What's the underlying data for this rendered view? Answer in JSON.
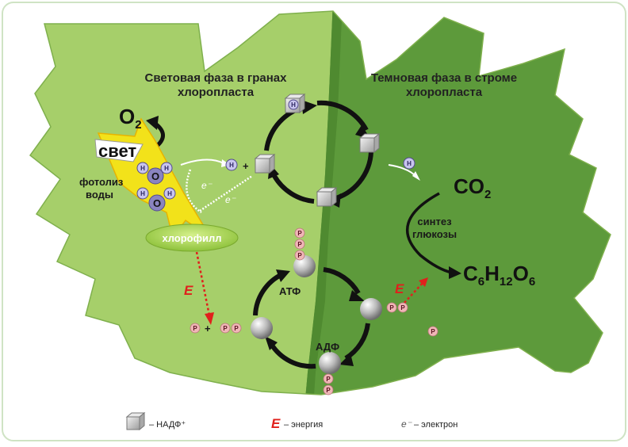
{
  "titles": {
    "light_phase": [
      "Световая фаза в гранах",
      "хлоропласта"
    ],
    "dark_phase": [
      "Темновая фаза в строме",
      "хлоропласта"
    ]
  },
  "labels": {
    "light": "свет",
    "photolysis": [
      "фотолиз",
      "воды"
    ],
    "chlorophyll": "хлорофилл",
    "synthesis": [
      "синтез",
      "глюкозы"
    ],
    "atp": "АТФ",
    "adp": "АДФ",
    "energy": "E",
    "electron": "e⁻",
    "plus": "+"
  },
  "molecules": {
    "oxygen": {
      "base": "O",
      "sub": "2"
    },
    "co2": {
      "base": "CO",
      "sub": "2"
    },
    "glucose": [
      {
        "t": "C",
        "s": false
      },
      {
        "t": "6",
        "s": true
      },
      {
        "t": "H",
        "s": false
      },
      {
        "t": "12",
        "s": true
      },
      {
        "t": "O",
        "s": false
      },
      {
        "t": "6",
        "s": true
      }
    ],
    "hydrogen": "H",
    "o_atom": "O",
    "phosphate": "P"
  },
  "legend": [
    {
      "symbol": "cube",
      "text": "– НАДФ⁺"
    },
    {
      "symbol": "E",
      "text": "– энергия"
    },
    {
      "symbol": "e⁻",
      "text": "– электрон"
    }
  ],
  "colors": {
    "leaf_light": "#a6cf6a",
    "leaf_dark": "#5d9a3b",
    "energy_red": "#e0201c",
    "phosphate_pink": "#f0b7b7",
    "hydrogen_violet": "#8c84c9",
    "arrow_yellow": "#f2e21a"
  }
}
